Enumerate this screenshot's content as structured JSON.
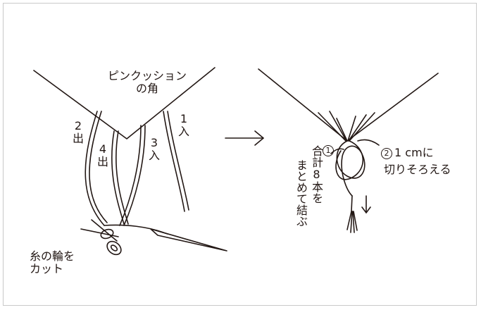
{
  "left": {
    "pincushion_line1": "ピンクッション",
    "pincushion_line2": "の角",
    "label_2": "2",
    "label_2_sub": "出",
    "label_4": "4",
    "label_4_sub": "出",
    "label_3": "3",
    "label_3_sub": "入",
    "label_1": "1",
    "label_1_sub": "入",
    "cut_line1": "糸の輪を",
    "cut_line2": "カット"
  },
  "right": {
    "step1_num": "1",
    "step1_col1": "合計8本を",
    "step1_col2": "まとめて結ぶ",
    "step2_num": "2",
    "step2_line1": "1 cmに",
    "step2_line2": "切りそろえる"
  }
}
